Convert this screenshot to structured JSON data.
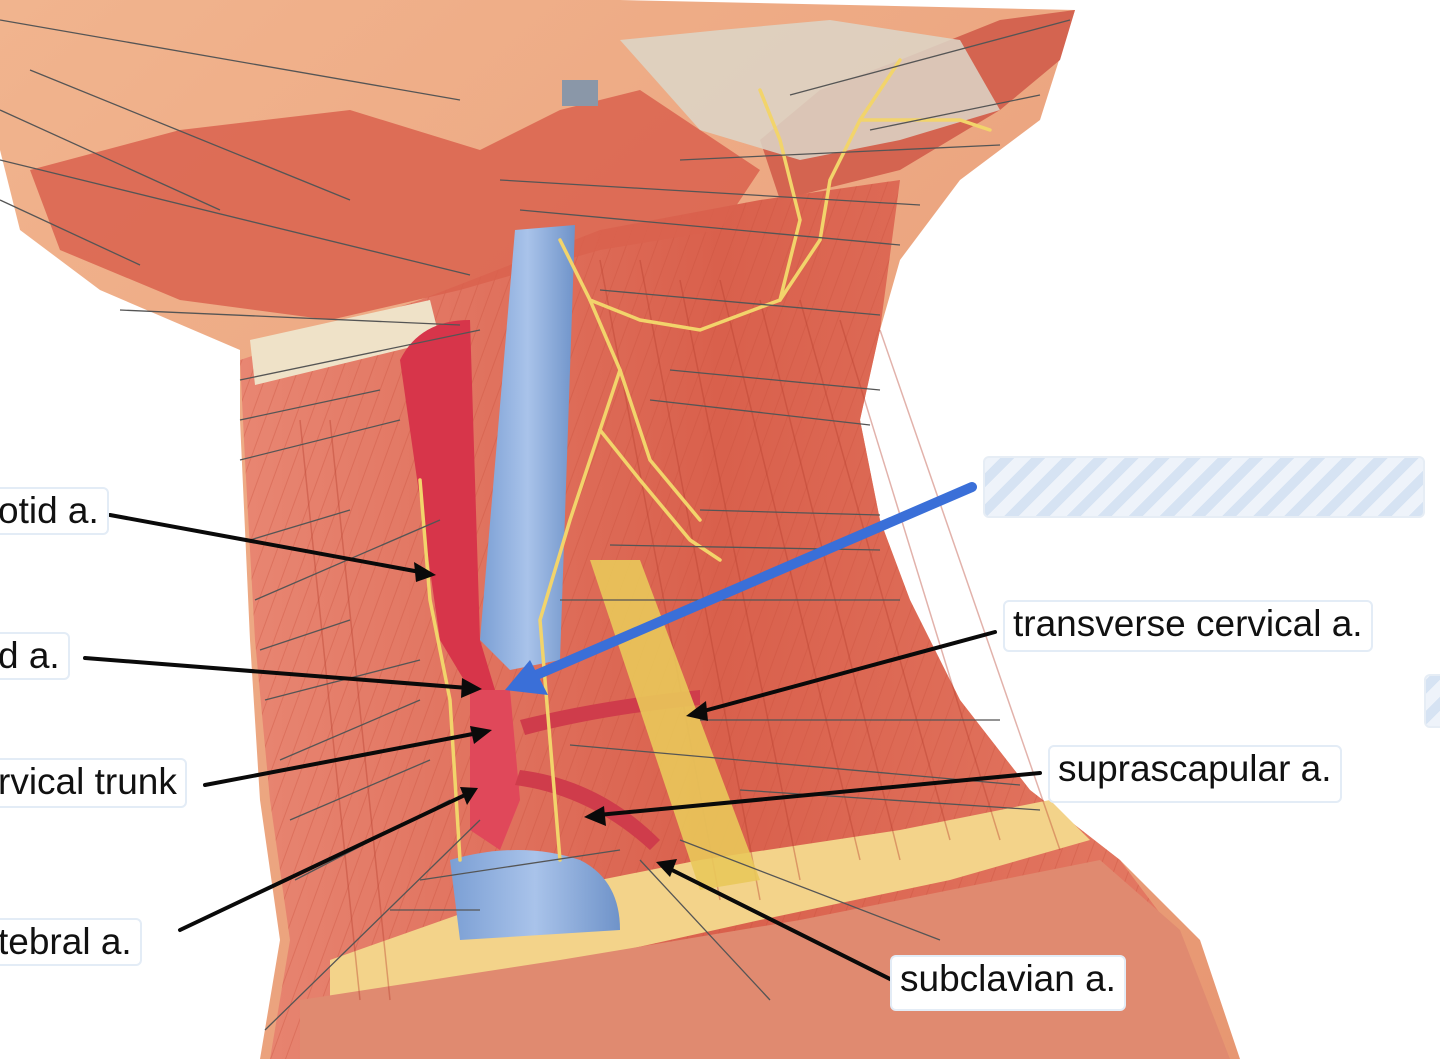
{
  "labels": {
    "carotid_a": "otid a.",
    "common_carotid_a": "d a.",
    "thyrocervical_trunk": "rvical trunk",
    "vertebral_a": "tebral a.",
    "transverse_cervical_a": "transverse cervical a.",
    "suprascapular_a": "suprascapular a.",
    "subclavian_a": "subclavian a."
  },
  "highlight_arrow_color": "#3a6fd8",
  "label_border_color": "#e3ecf6"
}
